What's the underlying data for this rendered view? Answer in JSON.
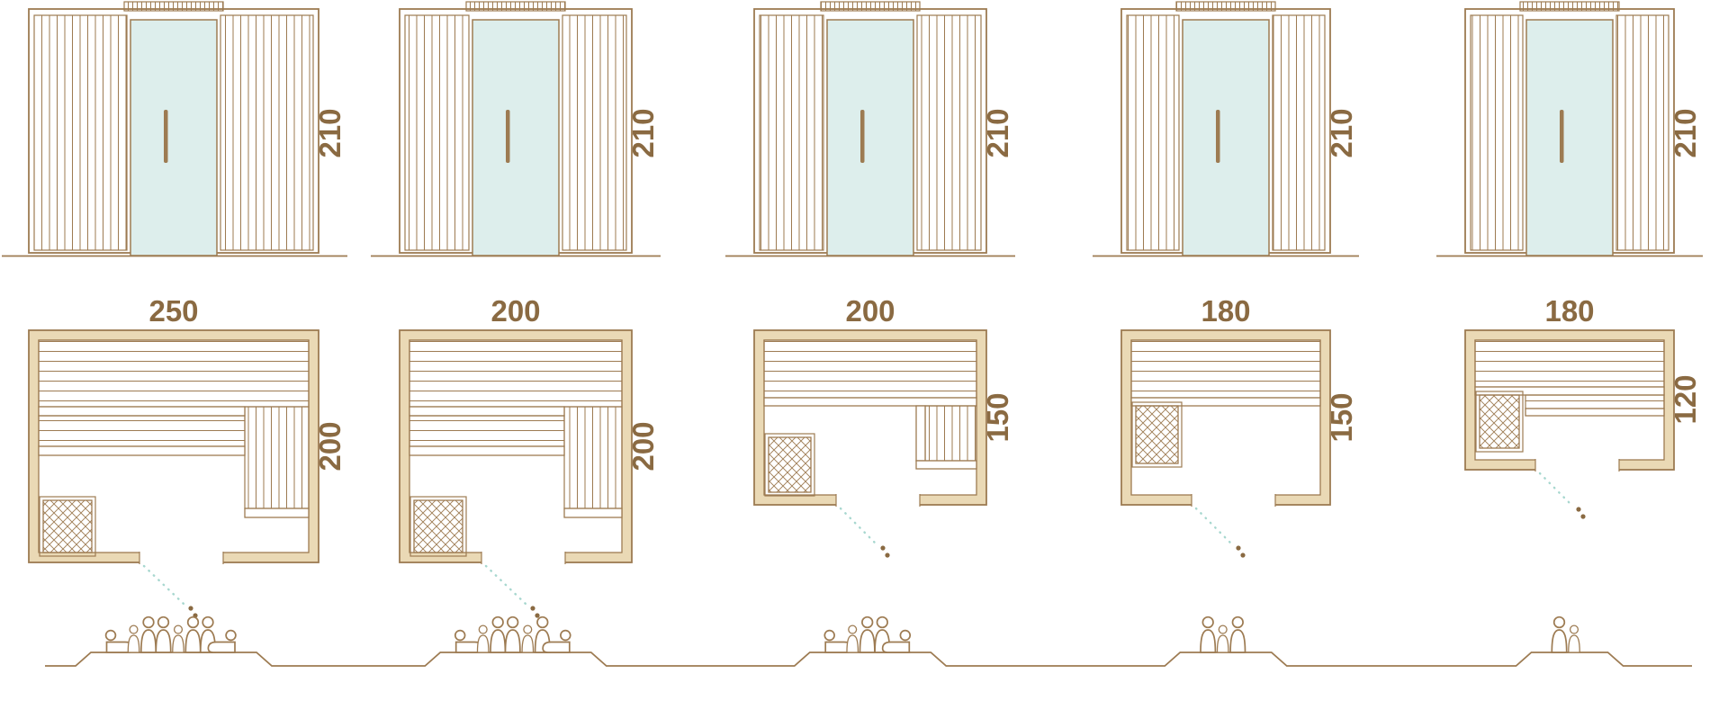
{
  "colors": {
    "line": "#9d7b52",
    "text": "#8a6a42",
    "glass": "#ddeeec",
    "wall": "#ead9b5",
    "swing": "#a7d7cf"
  },
  "variants": [
    {
      "front_height": "210",
      "plan_width": "250",
      "plan_depth": "200",
      "capacity": 8
    },
    {
      "front_height": "210",
      "plan_width": "200",
      "plan_depth": "200",
      "capacity": 7
    },
    {
      "front_height": "210",
      "plan_width": "200",
      "plan_depth": "150",
      "capacity": 5
    },
    {
      "front_height": "210",
      "plan_width": "180",
      "plan_depth": "150",
      "capacity": 3
    },
    {
      "front_height": "210",
      "plan_width": "180",
      "plan_depth": "120",
      "capacity": 2
    }
  ]
}
